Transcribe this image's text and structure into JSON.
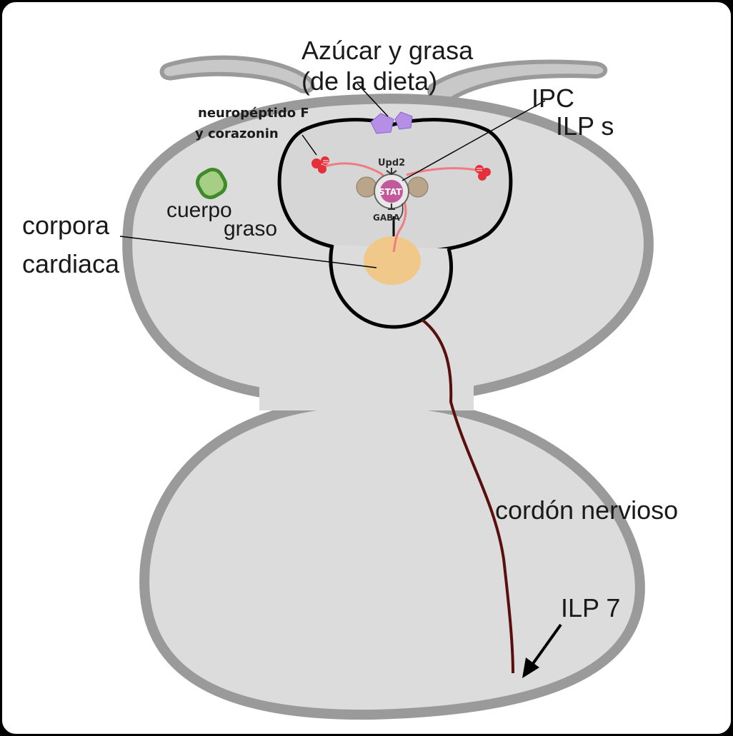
{
  "labels": {
    "sugar_fat_line1": "Azúcar y grasa",
    "sugar_fat_line2": "(de la dieta)",
    "ipc": "IPC",
    "ilps": "ILP s",
    "neuropeptide_line1": "neuropéptido F",
    "neuropeptide_line2": "y corazonin",
    "fat_body_line1": "cuerpo",
    "fat_body_line2": "graso",
    "corpora_line1": "corpora",
    "corpora_line2": "cardiaca",
    "upd2": "Upd2",
    "stat": "STAT",
    "gaba": "GABA",
    "nerve_cord": "cordón nervioso",
    "ilp7": "ILP 7"
  },
  "colors": {
    "body_fill": "#dcdcdc",
    "body_outline": "#9a9a9a",
    "fat_body": "#4e9a3a",
    "fat_body_fill": "#a6cf85",
    "nutrient": "#b58ee6",
    "neuron": "#e5303b",
    "neuron_axon": "#f07b82",
    "stat_cell": "#c2599a",
    "glia": "#b8a58a",
    "corpora_cardiaca": "#f0c98a",
    "nerve_cord": "#5a0f0f"
  }
}
